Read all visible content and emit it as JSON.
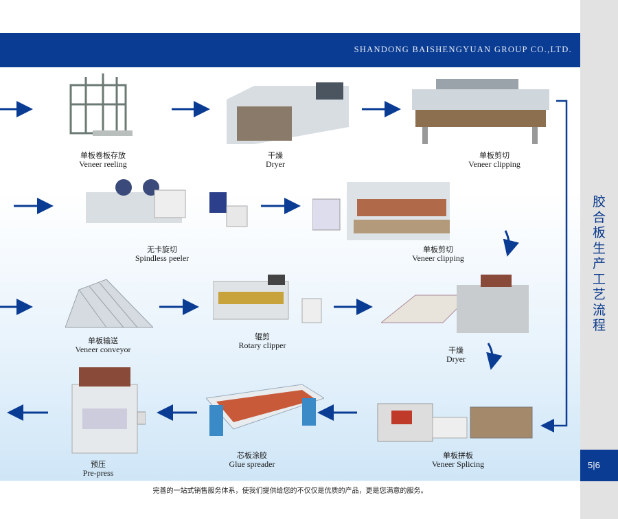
{
  "header": {
    "company": "SHANDONG BAISHENGYUAN GROUP CO.,LTD."
  },
  "sidebar": {
    "title": "胶合板生产工艺流程",
    "page_number": "5|6"
  },
  "steps": [
    {
      "cn": "单板卷板存放",
      "en": "Veneer reeling"
    },
    {
      "cn": "干燥",
      "en": "Dryer"
    },
    {
      "cn": "单板剪切",
      "en": "Veneer clipping"
    },
    {
      "cn": "无卡旋切",
      "en": "Spindless peeler"
    },
    {
      "cn": "单板剪切",
      "en": "Veneer clipping"
    },
    {
      "cn": "单板输送",
      "en": "Veneer conveyor"
    },
    {
      "cn": "辊剪",
      "en": "Rotary clipper"
    },
    {
      "cn": "干燥",
      "en": "Dryer"
    },
    {
      "cn": "单板拼板",
      "en": "Veneer Splicing"
    },
    {
      "cn": "芯板涂胶",
      "en": "Glue spreader"
    },
    {
      "cn": "预压",
      "en": "Pre-press"
    }
  ],
  "footer": {
    "slogan": "完善的一站式销售服务体系，使我们提供给您的不仅仅是优质的产品，更是您满意的服务。"
  },
  "colors": {
    "brand": "#0a3c93",
    "sidebar": "#e2e2e2"
  }
}
